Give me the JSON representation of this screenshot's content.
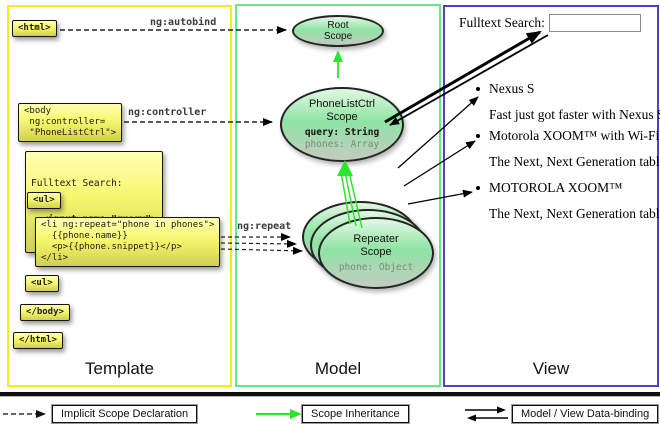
{
  "columns": {
    "template": {
      "title": "Template"
    },
    "model": {
      "title": "Model"
    },
    "view": {
      "title": "View"
    }
  },
  "template": {
    "html_open": "<html>",
    "body_open": "<body\n ng:controller=\n \"PhoneListCtrl\">",
    "fulltext_label": "Fulltext Search:",
    "fulltext_code": "  <input name=\"query\">",
    "ul_open": "<ul>",
    "li_repeat": "<li ng:repeat=\"phone in phones\">\n  {{phone.name}}\n  <p>{{phone.snippet}}</p>\n</li>",
    "ul_close": "<ul>",
    "body_close": "</body>",
    "html_close": "</html>",
    "label_autobind": "ng:autobind",
    "label_controller": "ng:controller",
    "label_repeat": "ng:repeat"
  },
  "model": {
    "root_scope": {
      "title": "Root\nScope"
    },
    "phonelist_scope": {
      "title": "PhoneListCtrl\nScope",
      "prop_query": "query: String",
      "prop_phones": "phones: Array"
    },
    "repeater_scope": {
      "title": "Repeater\nScope",
      "prop_phone": "phone: Object"
    }
  },
  "view": {
    "search_label": "Fulltext Search:",
    "search_value": "",
    "items": [
      {
        "title": "Nexus S",
        "desc": "Fast just got faster with Nexus S."
      },
      {
        "title": "Motorola XOOM™ with Wi-Fi",
        "desc": "The Next, Next Generation tablet."
      },
      {
        "title": "MOTOROLA XOOM™",
        "desc": "The Next, Next Generation tablet."
      }
    ]
  },
  "legend": {
    "implicit": "Implicit Scope Declaration",
    "inheritance": "Scope Inheritance",
    "binding": "Model / View Data-binding"
  },
  "colors": {
    "template_border": "#f0ee15",
    "model_border": "#63e78f",
    "view_border": "#5040c4",
    "scope_green": "#2ee52e",
    "code_box_top": "#ffffb4",
    "code_box_bottom": "#cfcf52"
  }
}
